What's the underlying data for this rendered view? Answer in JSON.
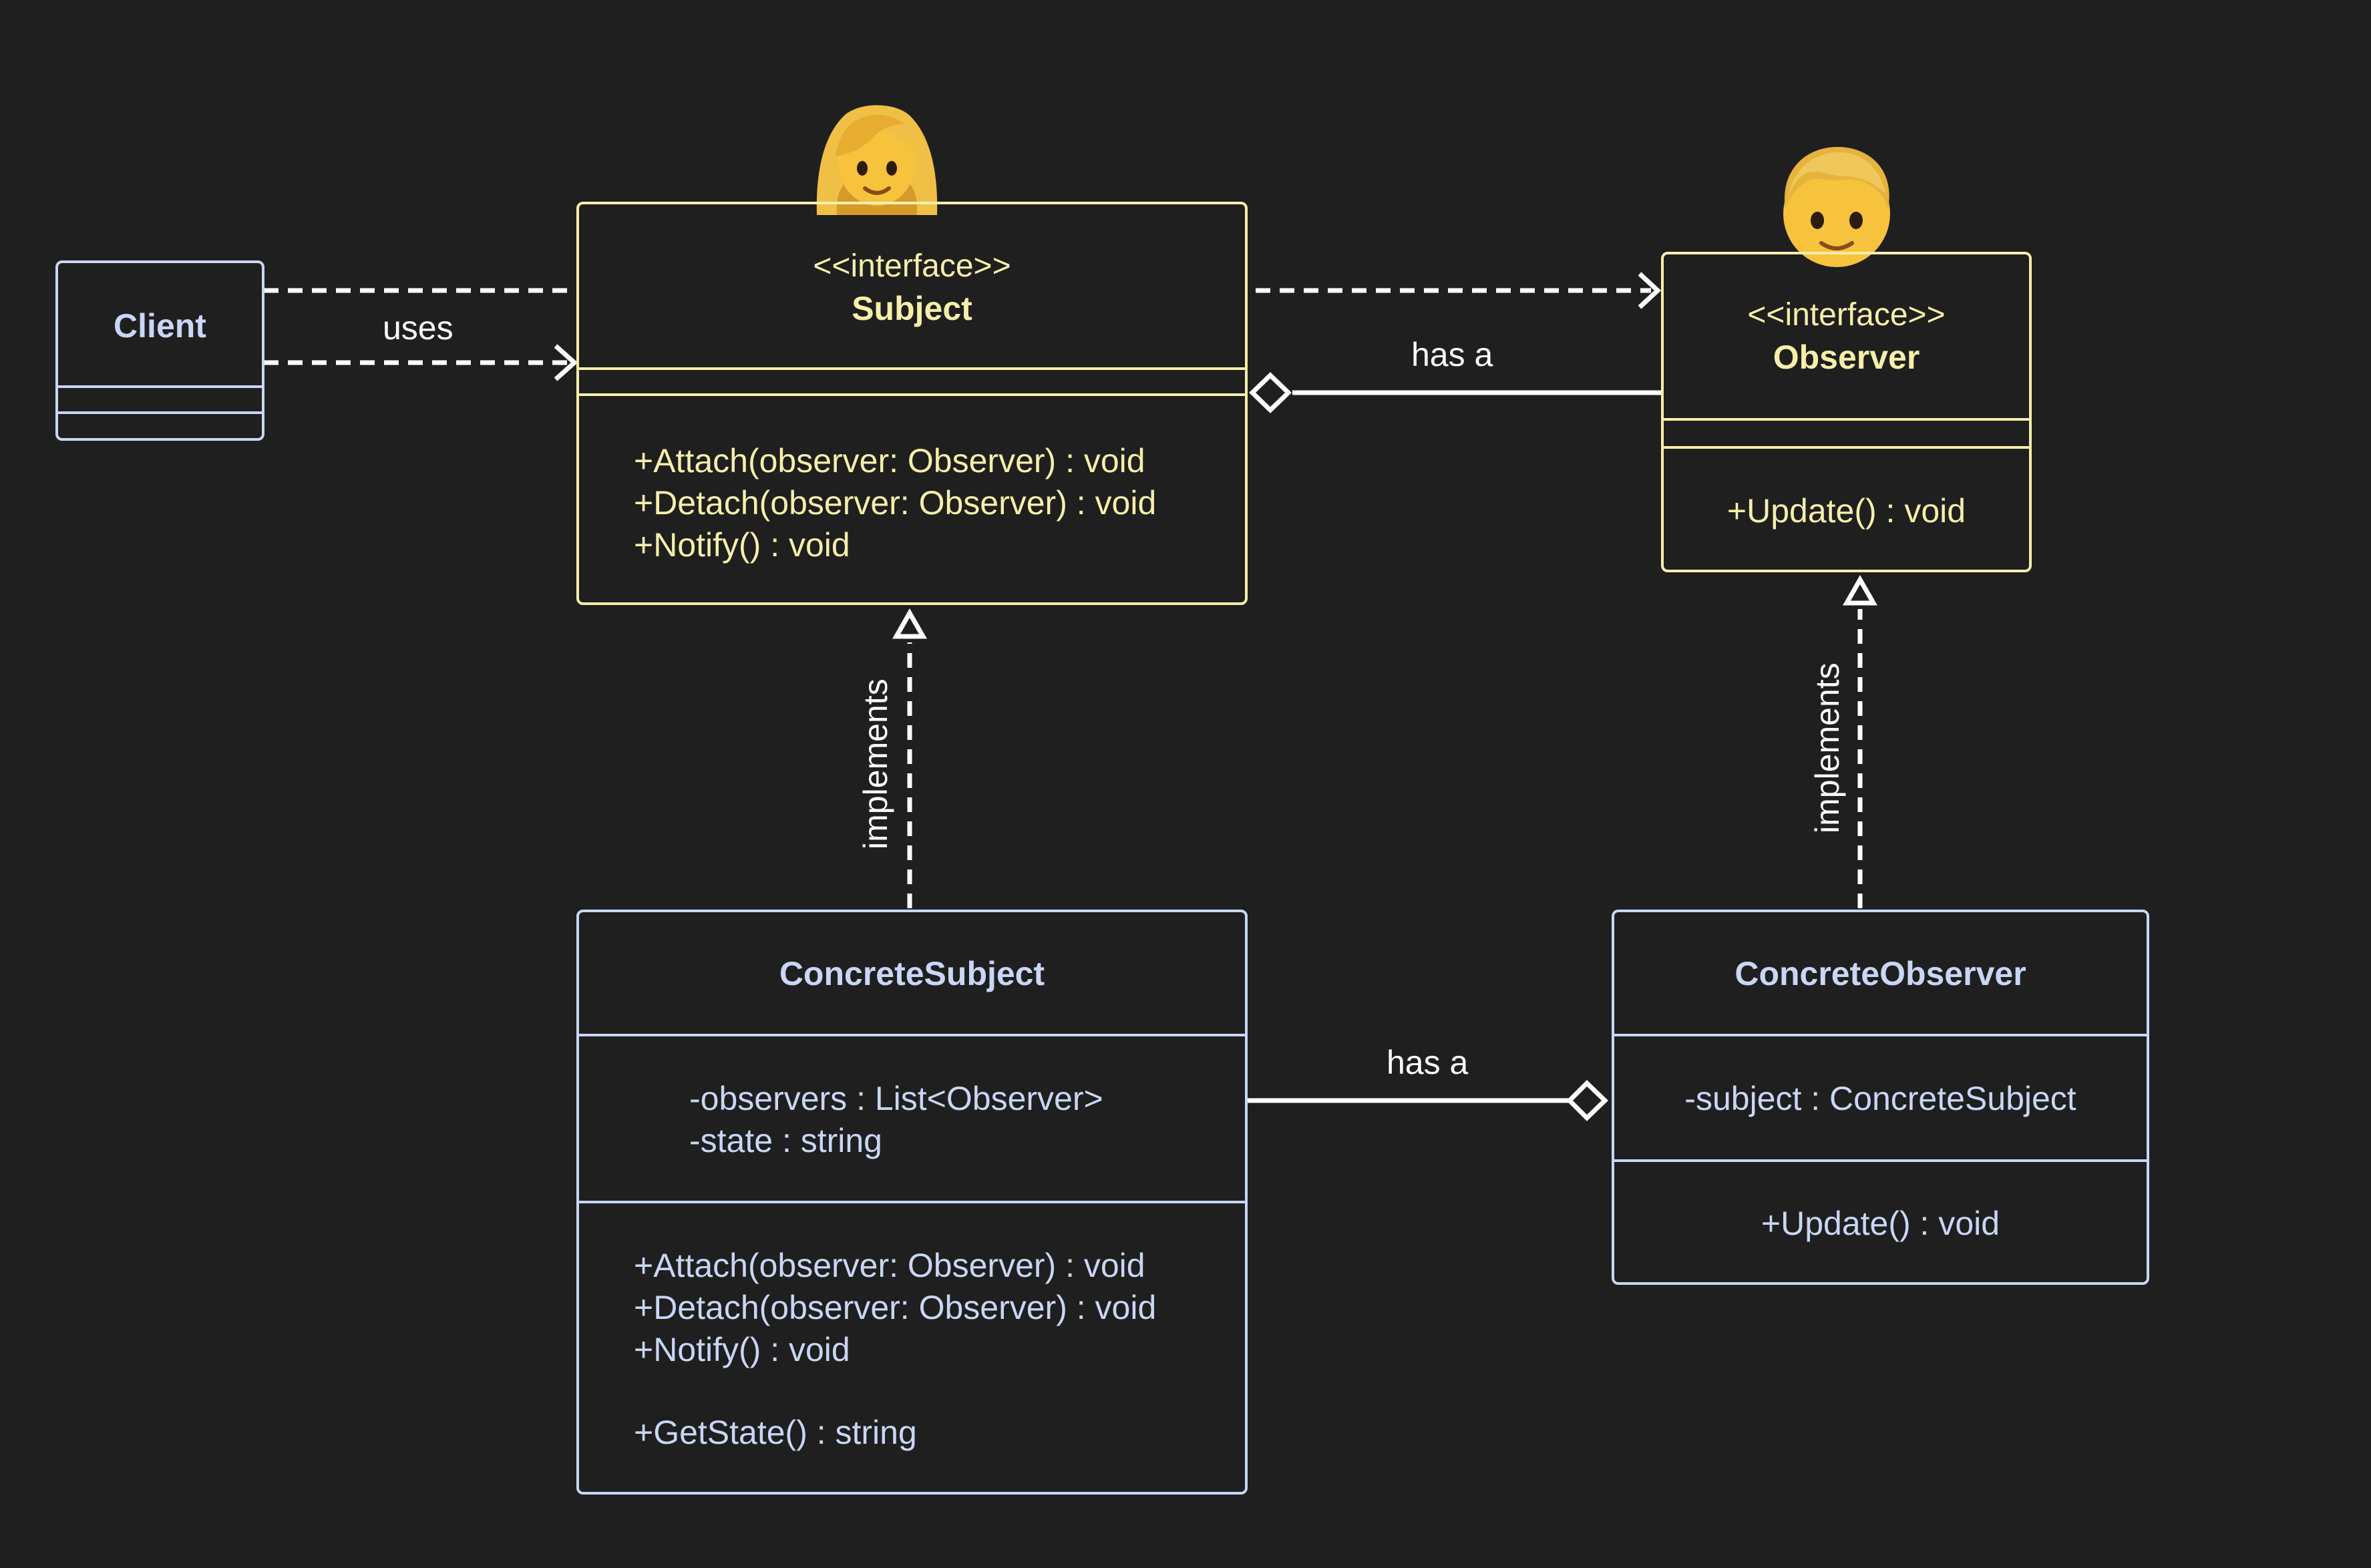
{
  "client": {
    "name": "Client"
  },
  "subject": {
    "stereotype": "<<interface>>",
    "name": "Subject",
    "methods": [
      "+Attach(observer: Observer) : void",
      "+Detach(observer: Observer) : void",
      "+Notify() : void"
    ]
  },
  "observer": {
    "stereotype": "<<interface>>",
    "name": "Observer",
    "methods": [
      "+Update() : void"
    ]
  },
  "concrete_subject": {
    "name": "ConcreteSubject",
    "attributes": [
      "-observers : List<Observer>",
      "-state : string"
    ],
    "methods": [
      "+Attach(observer: Observer) : void",
      "+Detach(observer: Observer) : void",
      "+Notify() : void",
      "+GetState() : string"
    ]
  },
  "concrete_observer": {
    "name": "ConcreteObserver",
    "attributes": [
      "-subject : ConcreteSubject"
    ],
    "methods": [
      "+Update() : void"
    ]
  },
  "relations": {
    "uses": "uses",
    "has_a_top": "has a",
    "has_a_bottom": "has a",
    "implements_left": "implements",
    "implements_right": "implements"
  },
  "colors": {
    "background": "#1f1f1f",
    "interface": "#f6efaa",
    "class": "#c9d6f5",
    "connector": "#ffffff"
  },
  "icons": {
    "subject_avatar": "woman-emoji",
    "observer_avatar": "boy-emoji"
  }
}
